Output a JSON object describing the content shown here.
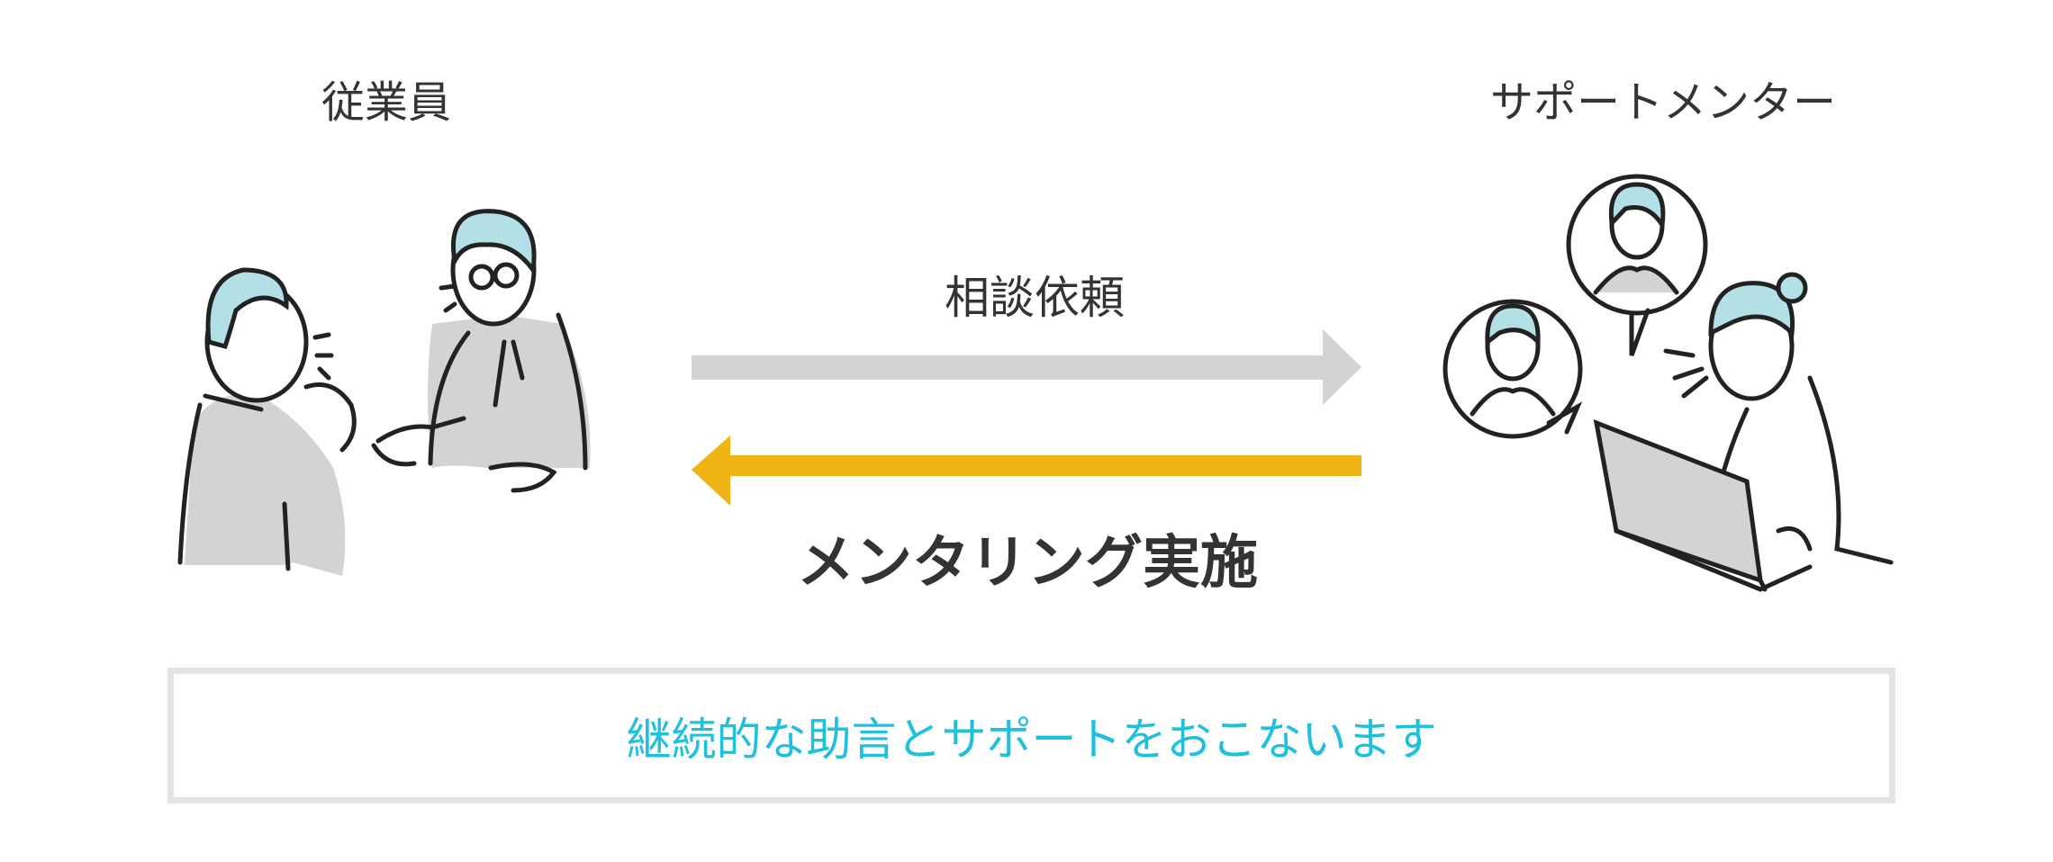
{
  "employee": {
    "title": "従業員"
  },
  "mentor": {
    "title": "サポートメンター"
  },
  "arrows": {
    "request_label": "相談依頼",
    "mentoring_label": "メンタリング実施",
    "request_color": "#d2d3d5",
    "mentoring_color": "#f0b414"
  },
  "summary": {
    "text": "継続的な助言とサポートをおこないます"
  },
  "colors": {
    "hair": "#b3e0e6",
    "clothes": "#d2d3d5",
    "line": "#222222",
    "accent": "#1fc0dc"
  }
}
